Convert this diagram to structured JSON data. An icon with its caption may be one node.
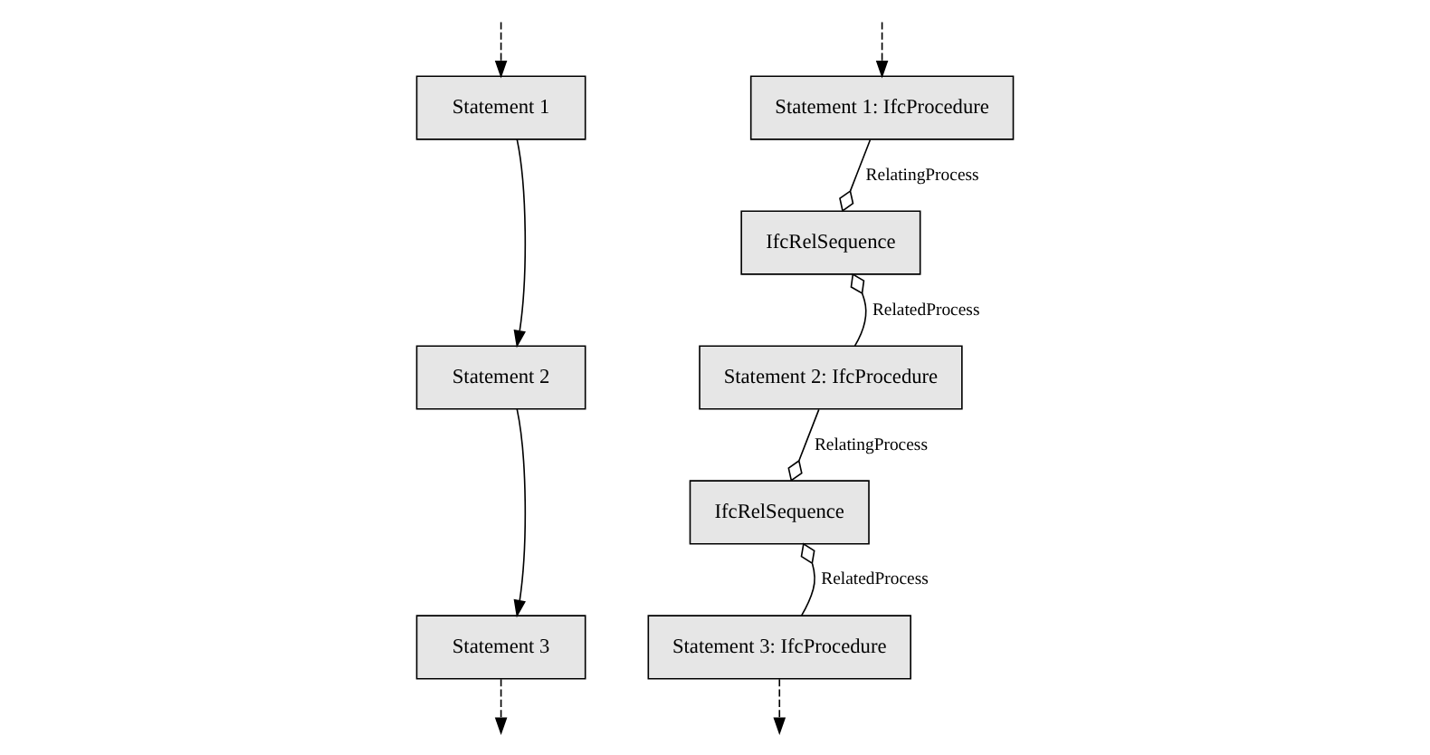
{
  "diagram": {
    "nodes": [
      {
        "text": [
          "Statement 1"
        ]
      },
      {
        "text": [
          "Statement 2"
        ]
      },
      {
        "text": [
          "Statement 3"
        ]
      },
      {
        "text": [
          "Statement 1: IfcProcedure"
        ]
      },
      {
        "text": [
          "IfcRelSequence"
        ]
      },
      {
        "text": [
          "Statement 2: IfcProcedure"
        ]
      },
      {
        "text": [
          "IfcRelSequence"
        ]
      },
      {
        "text": [
          "Statement 3: IfcProcedure"
        ]
      }
    ],
    "edges": [
      {
        "from": null,
        "to": 0,
        "arrow": "to",
        "style": "dashed"
      },
      {
        "from": 0,
        "to": 1,
        "arrow": "to"
      },
      {
        "from": 1,
        "to": 2,
        "arrow": "to"
      },
      {
        "from": 2,
        "to": null,
        "arrow": "to",
        "style": "dashed"
      },
      {
        "from": null,
        "to": 3,
        "arrow": "to",
        "style": "dashed"
      },
      {
        "from": 3,
        "to": 4,
        "arrow": "other",
        "label": "RelatingProcess"
      },
      {
        "from": 5,
        "to": 4,
        "arrow": "other",
        "label": "RelatedProcess"
      },
      {
        "from": 5,
        "to": 6,
        "arrow": "other",
        "label": "RelatingProcess"
      },
      {
        "from": 7,
        "to": 6,
        "arrow": "other",
        "label": "RelatedProcess"
      },
      {
        "from": 7,
        "to": null,
        "arrow": "to",
        "style": "dashed"
      }
    ]
  }
}
